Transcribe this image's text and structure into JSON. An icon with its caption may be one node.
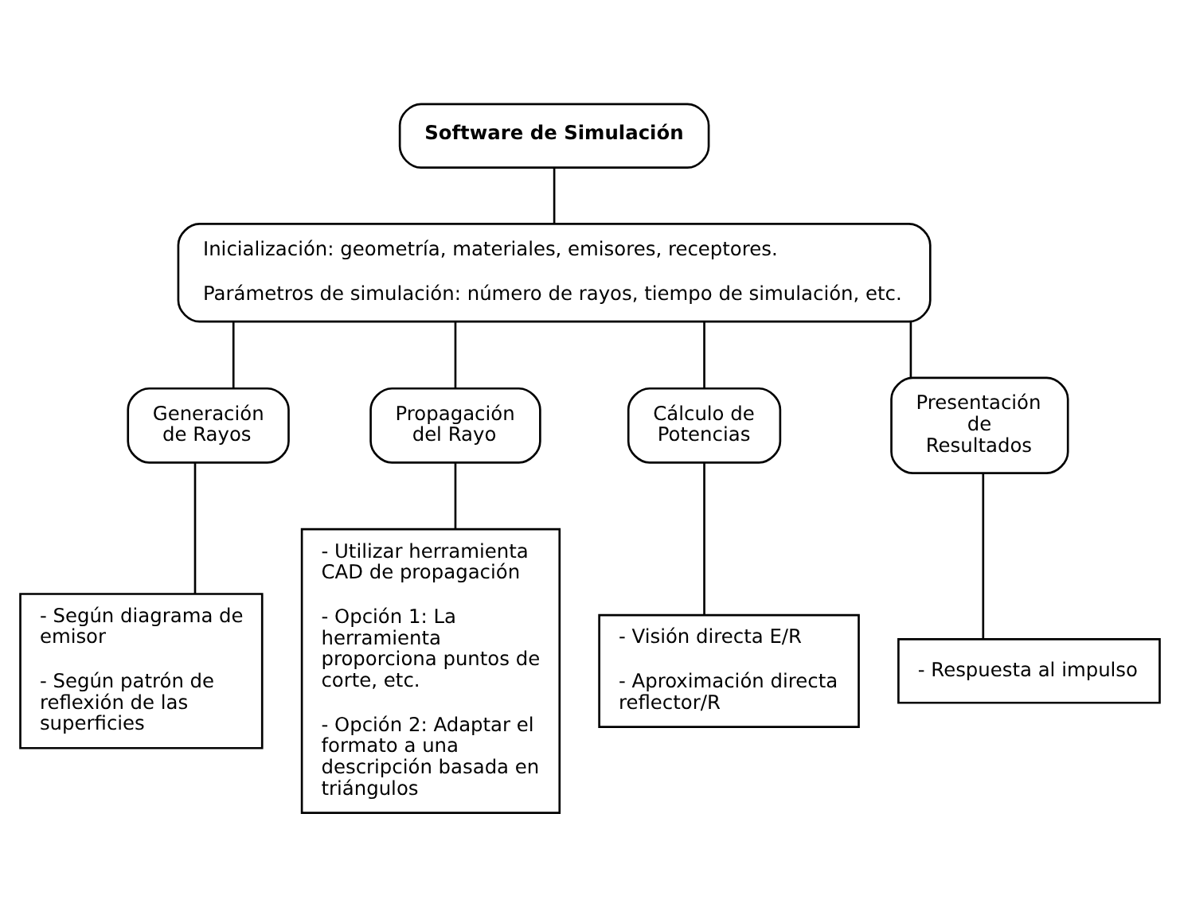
{
  "diagram": {
    "nodes": [
      {
        "text": [
          "Software de Simulación"
        ]
      },
      {
        "text": [
          "Inicialización: geometría, materiales, emisores, receptores.",
          "Parámetros de simulación: número de rayos, tiempo de simulación, etc."
        ]
      },
      {
        "text": [
          "Generación de Rayos"
        ]
      },
      {
        "text": [
          "Propagación del Rayo"
        ]
      },
      {
        "text": [
          "Cálculo de Potencias"
        ]
      },
      {
        "text": [
          "Presentación de Resultados"
        ]
      },
      {
        "text": [
          "- Según diagrama de emisor",
          "- Según patrón de reflexión de las superficies"
        ]
      },
      {
        "text": [
          "- Utilizar herramienta CAD de propagación",
          "- Opción 1: La herramienta proporciona puntos de corte, etc.",
          "- Opción 2: Adaptar el formato a una descripción basada en triángulos"
        ]
      },
      {
        "text": [
          "- Visión directa E/R",
          "- Aproximación directa reflector/R"
        ]
      },
      {
        "text": [
          "- Respuesta al impulso"
        ]
      }
    ],
    "edges": [
      {
        "from": 0,
        "to": 1,
        "arrow": "none"
      },
      {
        "from": 1,
        "to": 2,
        "arrow": "none"
      },
      {
        "from": 1,
        "to": 3,
        "arrow": "none"
      },
      {
        "from": 1,
        "to": 4,
        "arrow": "none"
      },
      {
        "from": 1,
        "to": 5,
        "arrow": "none"
      },
      {
        "from": 2,
        "to": 6,
        "arrow": "none"
      },
      {
        "from": 3,
        "to": 7,
        "arrow": "none"
      },
      {
        "from": 4,
        "to": 8,
        "arrow": "none"
      },
      {
        "from": 5,
        "to": 9,
        "arrow": "none"
      }
    ]
  }
}
